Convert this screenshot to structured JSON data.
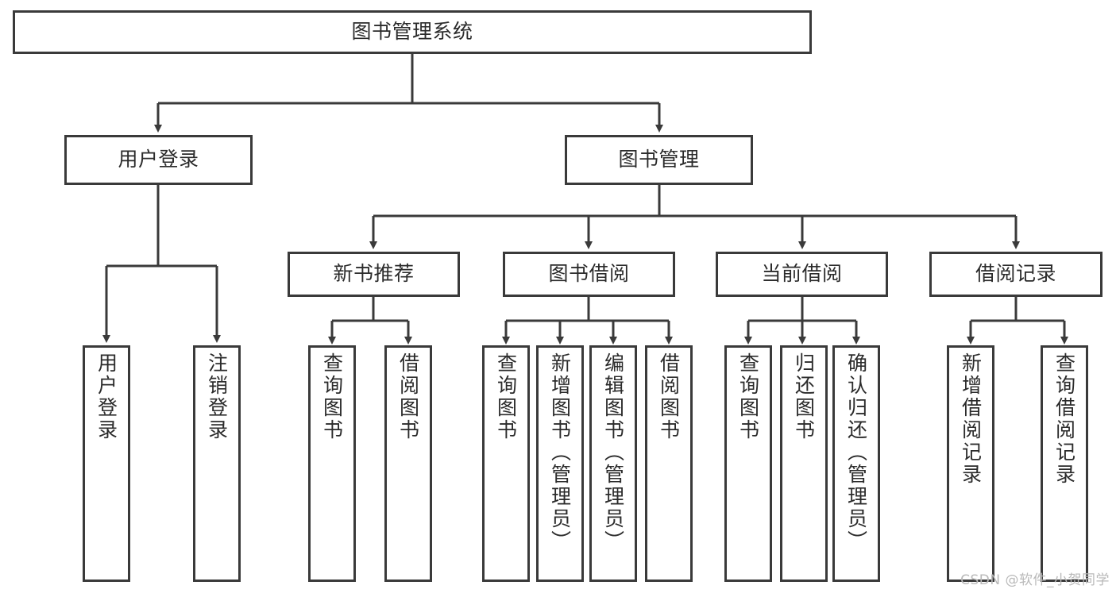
{
  "diagram": {
    "title": "图书管理系统",
    "type": "tree-hierarchy",
    "watermark": "CSDN @软件_小贺同学",
    "colors": {
      "background": "#ffffff",
      "stroke": "#3a3a3a",
      "text": "#2b2b2b",
      "watermark": "#b9b9b9"
    },
    "nodes": {
      "root": {
        "label": "图书管理系统"
      },
      "level2": [
        {
          "id": "user-login",
          "label": "用户登录"
        },
        {
          "id": "book-manage",
          "label": "图书管理"
        }
      ],
      "level3": [
        {
          "id": "new-book-rec",
          "label": "新书推荐"
        },
        {
          "id": "book-borrow",
          "label": "图书借阅"
        },
        {
          "id": "current-borrow",
          "label": "当前借阅"
        },
        {
          "id": "borrow-record",
          "label": "借阅记录"
        }
      ],
      "leaves": {
        "user-login": [
          {
            "id": "leaf-user-login",
            "label": "用户登录"
          },
          {
            "id": "leaf-logout",
            "label": "注销登录"
          }
        ],
        "new-book-rec": [
          {
            "id": "leaf-query-book-1",
            "label": "查询图书"
          },
          {
            "id": "leaf-borrow-book-1",
            "label": "借阅图书"
          }
        ],
        "book-borrow": [
          {
            "id": "leaf-query-book-2",
            "label": "查询图书"
          },
          {
            "id": "leaf-add-book",
            "label": "新增图书（管理员）"
          },
          {
            "id": "leaf-edit-book",
            "label": "编辑图书（管理员）"
          },
          {
            "id": "leaf-borrow-book-2",
            "label": "借阅图书"
          }
        ],
        "current-borrow": [
          {
            "id": "leaf-query-book-3",
            "label": "查询图书"
          },
          {
            "id": "leaf-return-book",
            "label": "归还图书"
          },
          {
            "id": "leaf-confirm-return",
            "label": "确认归还（管理员）"
          }
        ],
        "borrow-record": [
          {
            "id": "leaf-add-record",
            "label": "新增借阅记录"
          },
          {
            "id": "leaf-query-record",
            "label": "查询借阅记录"
          }
        ]
      }
    }
  }
}
